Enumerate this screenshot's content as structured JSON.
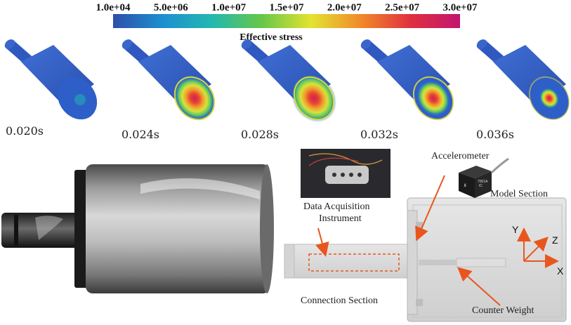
{
  "colorbar": {
    "title": "Effective stress",
    "ticks": [
      "1.0e+04",
      "5.0e+06",
      "1.0e+07",
      "1.5e+07",
      "2.0e+07",
      "2.5e+07",
      "3.0e+07"
    ],
    "colors": [
      "#2e4fa8",
      "#1d8fd0",
      "#23b8b0",
      "#67c748",
      "#e3e330",
      "#f08a2a",
      "#e0303f",
      "#c21570"
    ]
  },
  "snapshots": [
    {
      "time": "0.020s",
      "hotspot": 0.05
    },
    {
      "time": "0.024s",
      "hotspot": 0.9
    },
    {
      "time": "0.028s",
      "hotspot": 1.0
    },
    {
      "time": "0.032s",
      "hotspot": 0.7
    },
    {
      "time": "0.036s",
      "hotspot": 0.35
    }
  ],
  "schematic": {
    "accelerometer_label": "Accelerometer",
    "sensor_text": "7001A\nIC",
    "model_section_label": "Model Section",
    "daq_label_line1": "Data Acquisition",
    "daq_label_line2": "Instrument",
    "connection_label": "Connection Section",
    "counterweight_label": "Counter Weight",
    "axes": {
      "x": "X",
      "y": "Y",
      "z": "Z"
    },
    "arrow_color": "#e8561e"
  }
}
